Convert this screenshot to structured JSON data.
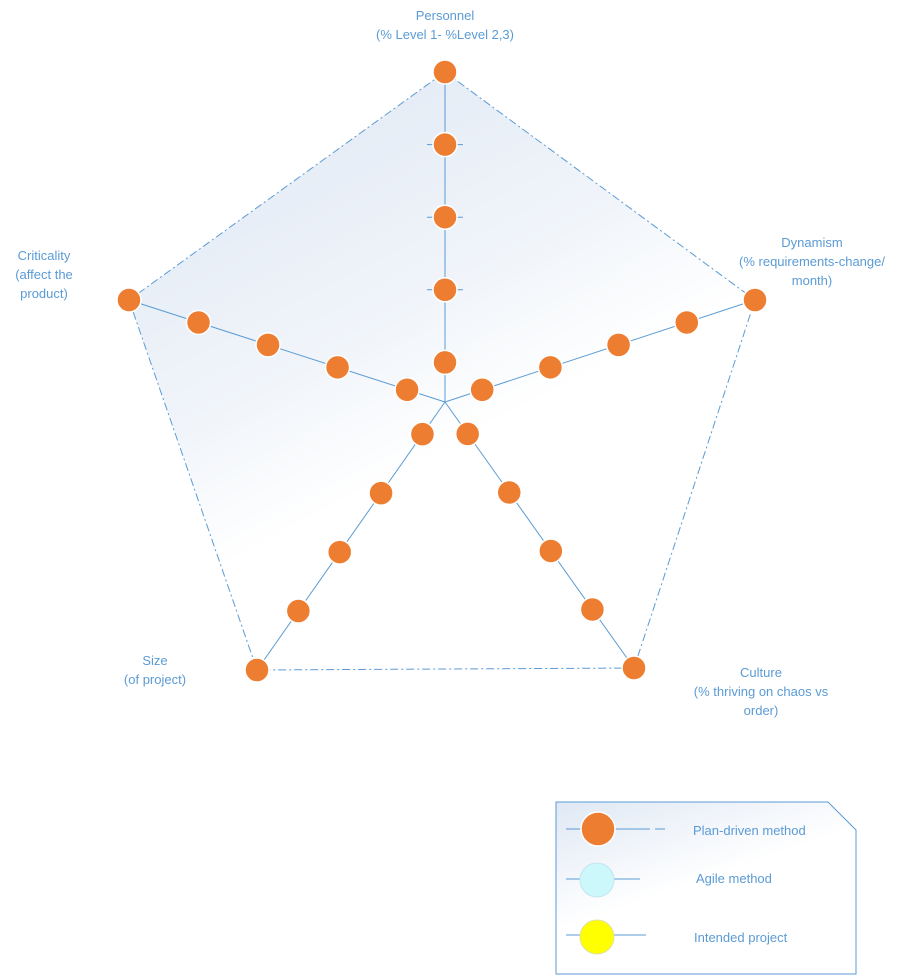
{
  "axes": [
    {
      "id": "personnel",
      "label": "Personnel\n(% Level 1- %Level 2,3)"
    },
    {
      "id": "dynamism",
      "label": "Dynamism\n(% requirements-change/\nmonth)"
    },
    {
      "id": "culture",
      "label": "Culture\n(% thriving on chaos vs\norder)"
    },
    {
      "id": "size",
      "label": "Size\n(of project)"
    },
    {
      "id": "criticality",
      "label": "Criticality\n(affect the\nproduct)"
    }
  ],
  "points_per_axis": 5,
  "legend": [
    {
      "id": "plan",
      "label": "Plan-driven method",
      "color": "#ed7d31"
    },
    {
      "id": "agile",
      "label": "Agile method",
      "color": "#ccf7fb"
    },
    {
      "id": "intended",
      "label": "Intended project",
      "color": "#ffff00"
    }
  ],
  "colors": {
    "accent": "#5b9bd5",
    "node": "#ed7d31",
    "node_stroke": "#ffffff"
  }
}
